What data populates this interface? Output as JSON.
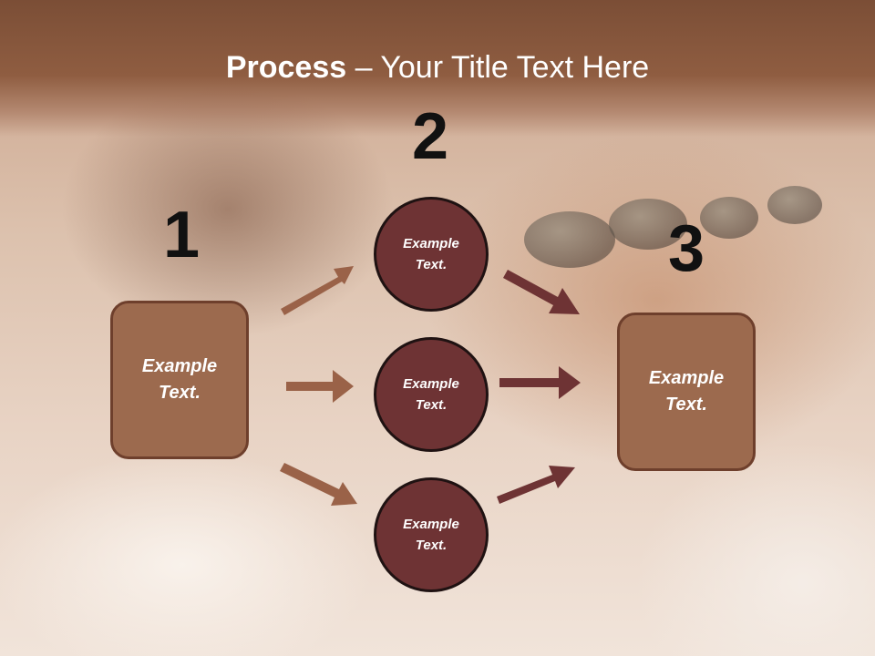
{
  "title": {
    "bold": "Process",
    "rest": " – Your Title Text Here"
  },
  "steps": [
    {
      "number": "1",
      "label": "Example\nText."
    },
    {
      "number": "2",
      "label": ""
    },
    {
      "number": "3",
      "label": "Example\nText."
    }
  ],
  "circles": [
    {
      "label": "Example\nText."
    },
    {
      "label": "Example\nText."
    },
    {
      "label": "Example\nText."
    }
  ],
  "colors": {
    "arrow_left": "#9a6248",
    "arrow_right": "#6e3334",
    "box_fill": "#9c6a4e",
    "circle_fill": "#6e3334"
  }
}
